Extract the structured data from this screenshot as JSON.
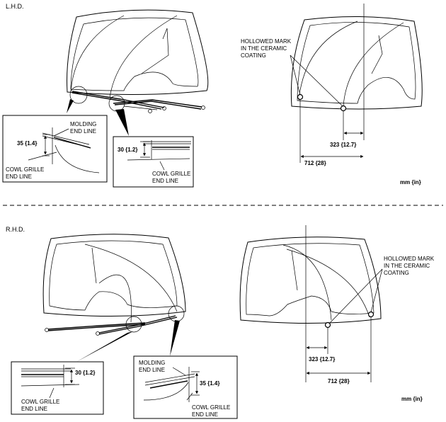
{
  "lhd": {
    "section_label": "L.H.D.",
    "molding_end_line": [
      "MOLDING",
      "END LINE"
    ],
    "dim_35": "35 {1.4}",
    "dim_30": "30 {1.2}",
    "cowl_grille_end_line_a": [
      "COWL GRILLE",
      "END LINE"
    ],
    "cowl_grille_end_line_b": [
      "COWL GRILLE",
      "END LINE"
    ],
    "hollowed_mark": [
      "HOLLOWED MARK",
      "IN THE CERAMIC",
      "COATING"
    ],
    "dim_323": "323 {12.7}",
    "dim_712": "712 {28}",
    "unit": "mm {in}"
  },
  "rhd": {
    "section_label": "R.H.D.",
    "molding_end_line": [
      "MOLDING",
      "END LINE"
    ],
    "dim_35": "35 {1.4}",
    "dim_30": "30 {1.2}",
    "cowl_grille_end_line_a": [
      "COWL GRILLE",
      "END LINE"
    ],
    "cowl_grille_end_line_b": [
      "COWL GRILLE",
      "END LINE"
    ],
    "hollowed_mark": [
      "HOLLOWED MARK",
      "IN THE CERAMIC",
      "COATING"
    ],
    "dim_323": "323 {12.7}",
    "dim_712": "712 {28}",
    "unit": "mm {in}"
  }
}
